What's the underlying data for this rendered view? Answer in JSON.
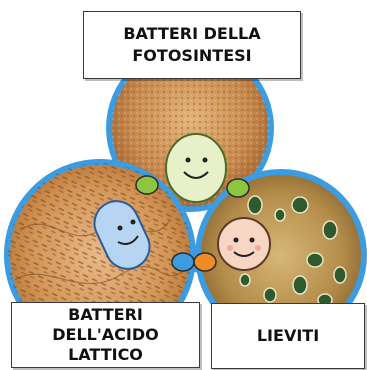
{
  "labels": {
    "top": [
      "BATTERI DELLA",
      "FOTOSINTESI"
    ],
    "bottom_left": [
      "BATTERI",
      "DELL'ACIDO",
      "LATTICO"
    ],
    "bottom_right": [
      "LIEVITI"
    ]
  },
  "colors": {
    "ring": "#3d9be0",
    "hand_green": "#8cc63f",
    "hand_orange": "#f08a24",
    "culture_top": "#c88a4e",
    "culture_left": "#d79a5c",
    "culture_right": "#b58d4a"
  },
  "characters": {
    "top": "egg-shaped-smiling-microbe",
    "left": "elongated-rod-shaped-microbe",
    "right": "round-yeast-microbe"
  }
}
